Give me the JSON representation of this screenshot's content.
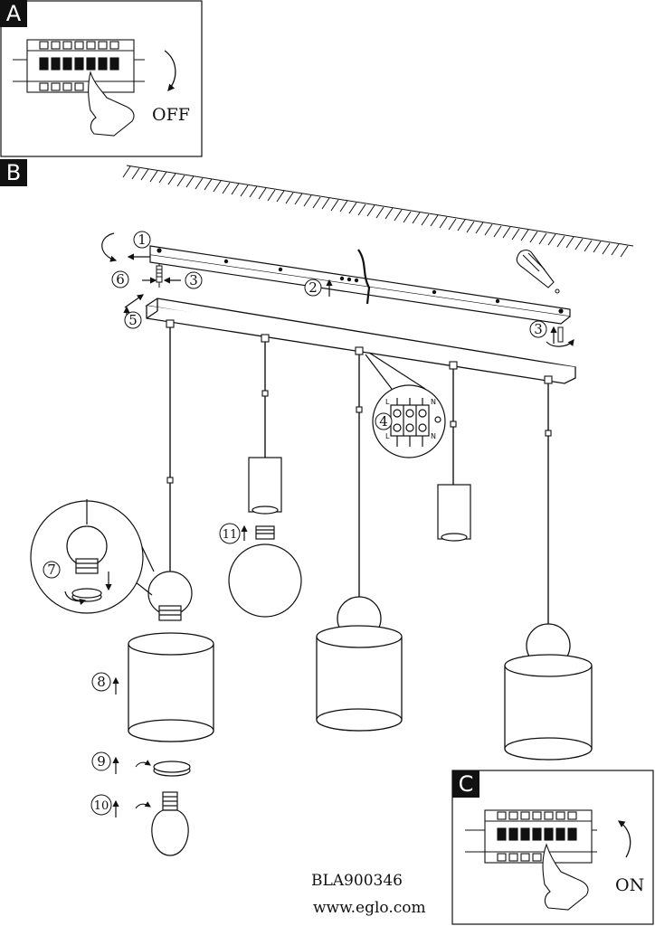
{
  "panels": {
    "a": "A",
    "b": "B",
    "c": "C"
  },
  "switch_off_label": "OFF",
  "switch_on_label": "ON",
  "steps": {
    "s1": "1",
    "s2": "2",
    "s3a": "3",
    "s3b": "3",
    "s4": "4",
    "s5": "5",
    "s6": "6",
    "s7": "7",
    "s8": "8",
    "s9": "9",
    "s10": "10",
    "s11": "11"
  },
  "terminal_letters": {
    "l_top": "L",
    "n_top": "N",
    "l_bot": "L",
    "n_bot": "N"
  },
  "model_number": "BLA900346",
  "website": "www.eglo.com"
}
